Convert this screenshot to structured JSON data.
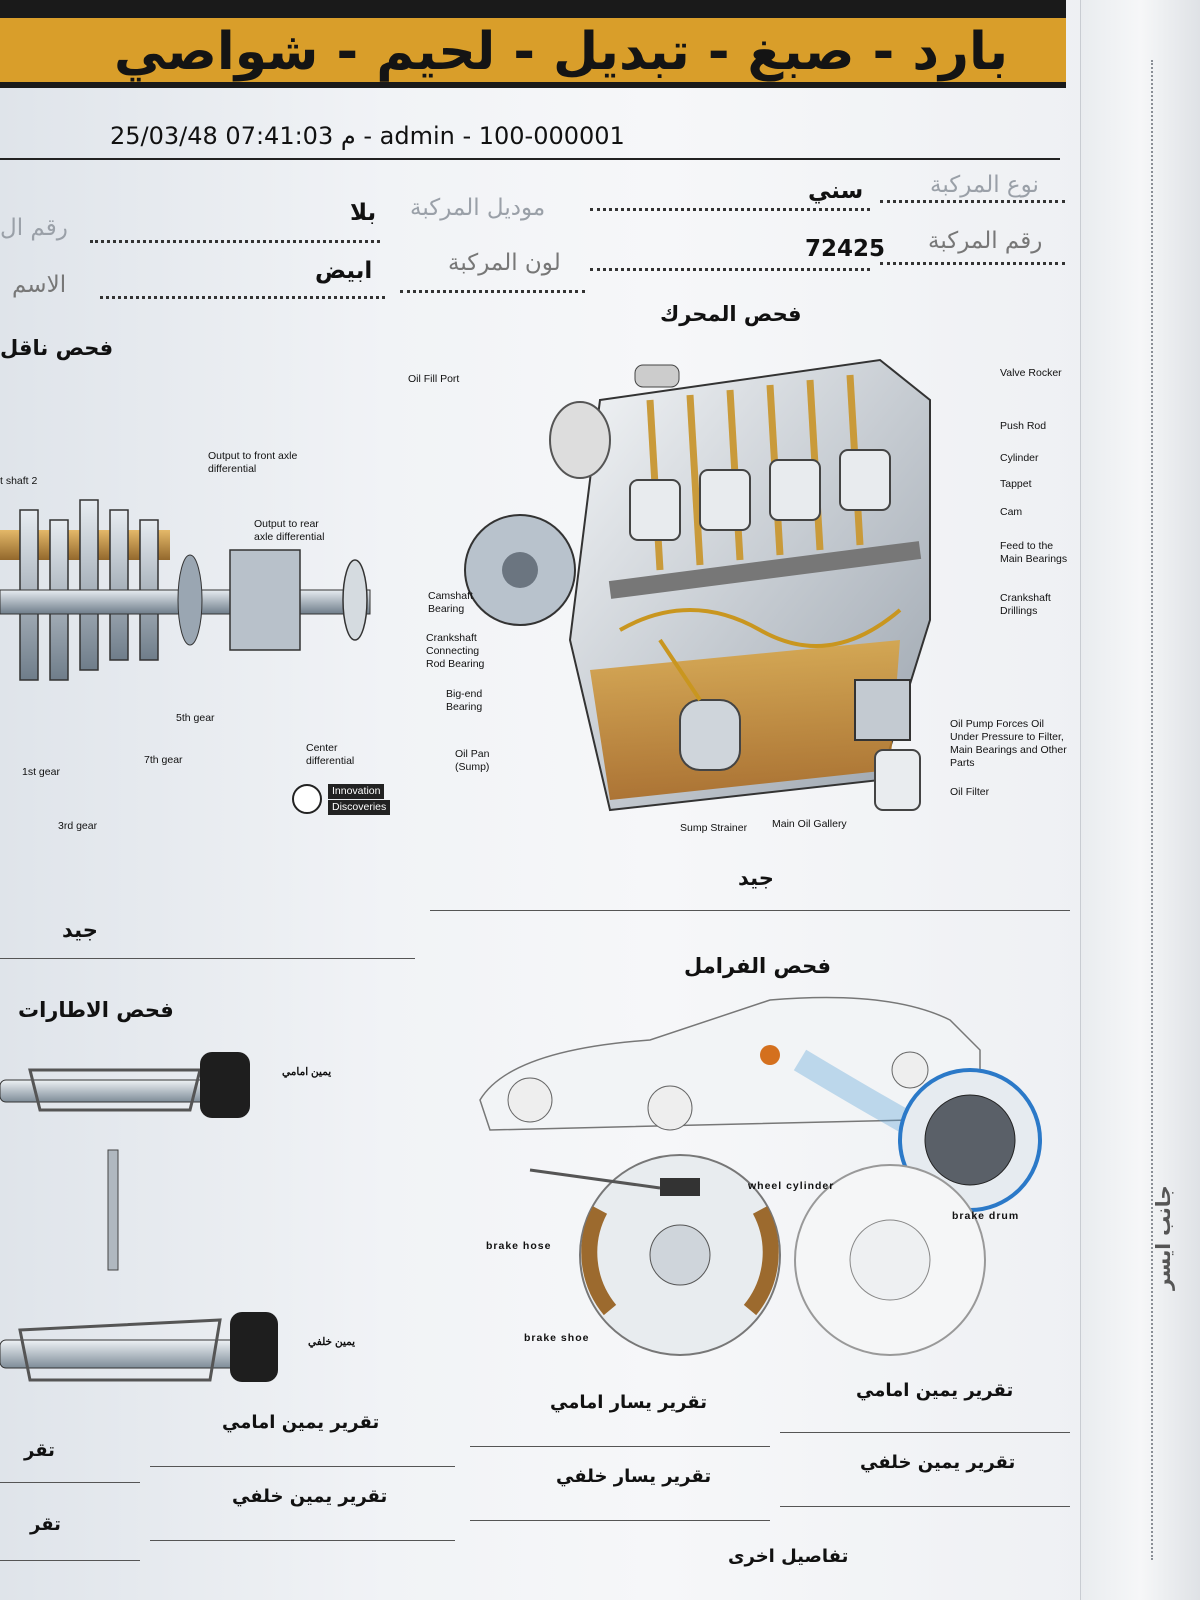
{
  "banner": {
    "title": "بارد - صبغ - تبديل - لحيم - شواصي"
  },
  "meta": {
    "timestamp_line": "25/03/48 07:41:03 م - admin - 100-000001"
  },
  "vehicle_info": {
    "type_label": "نوع المركبة",
    "type_value": "سني",
    "model_label": "موديل المركبة",
    "model_value": "بلا",
    "plate_label": "رقم المركبة",
    "plate_value": "72425",
    "color_label": "لون المركبة",
    "color_value": "ابيض",
    "left_plate_label": "رقم ال",
    "name_label": "الاسم"
  },
  "sections": {
    "engine": {
      "title": "فحص المحرك",
      "result": "جيد",
      "callouts": {
        "oil_fill_port": "Oil Fill Port",
        "valve_rocker": "Valve Rocker",
        "push_rod": "Push Rod",
        "cylinder": "Cylinder",
        "tappet": "Tappet",
        "cam": "Cam",
        "feed_main": "Feed to the Main Bearings",
        "crank_drill": "Crankshaft Drillings",
        "cam_bearing": "Camshaft Bearing",
        "crank_rod": "Crankshaft Connecting Rod Bearing",
        "big_end": "Big-end Bearing",
        "oil_pan": "Oil Pan (Sump)",
        "oil_pump": "Oil Pump Forces Oil Under Pressure to Filter, Main Bearings and Other Parts",
        "oil_filter": "Oil Filter",
        "sump_strainer": "Sump Strainer",
        "main_gallery": "Main Oil Gallery"
      }
    },
    "transmission": {
      "title": "فحص ناقل",
      "result": "جيد",
      "callouts": {
        "shaft2": "t shaft 2",
        "front_axle": "Output to front axle differential",
        "rear_axle": "Output to rear axle differential",
        "gear5": "5th gear",
        "gear7": "7th gear",
        "gear1": "1st gear",
        "gear3": "3rd gear",
        "center_diff": "Center differential",
        "logo_line1": "Innovation",
        "logo_line2": "Discoveries"
      }
    },
    "brakes": {
      "title": "فحص الفرامل",
      "callouts": {
        "wheel_cyl": "wheel cylinder",
        "brake_drum": "brake drum",
        "brake_hose": "brake hose",
        "brake_shoe": "brake shoe"
      },
      "reports": {
        "front_right": "تقرير يمين امامي",
        "front_left": "تقرير يسار امامي",
        "rear_right": "تقرير يمين خلفي",
        "rear_left": "تقرير يسار خلفي"
      }
    },
    "tires": {
      "title": "فحص الاطارات",
      "front_right_tag": "يمين امامي",
      "rear_right_tag": "يمين خلفي",
      "reports": {
        "front_right": "تقرير يمين امامي",
        "rear_right": "تقرير يمين خلفي",
        "partial1": "تقر",
        "partial2": "تقر"
      }
    },
    "other_details": "تفاصيل اخرى"
  },
  "side_sheet": {
    "label": "جانب ايسر"
  }
}
